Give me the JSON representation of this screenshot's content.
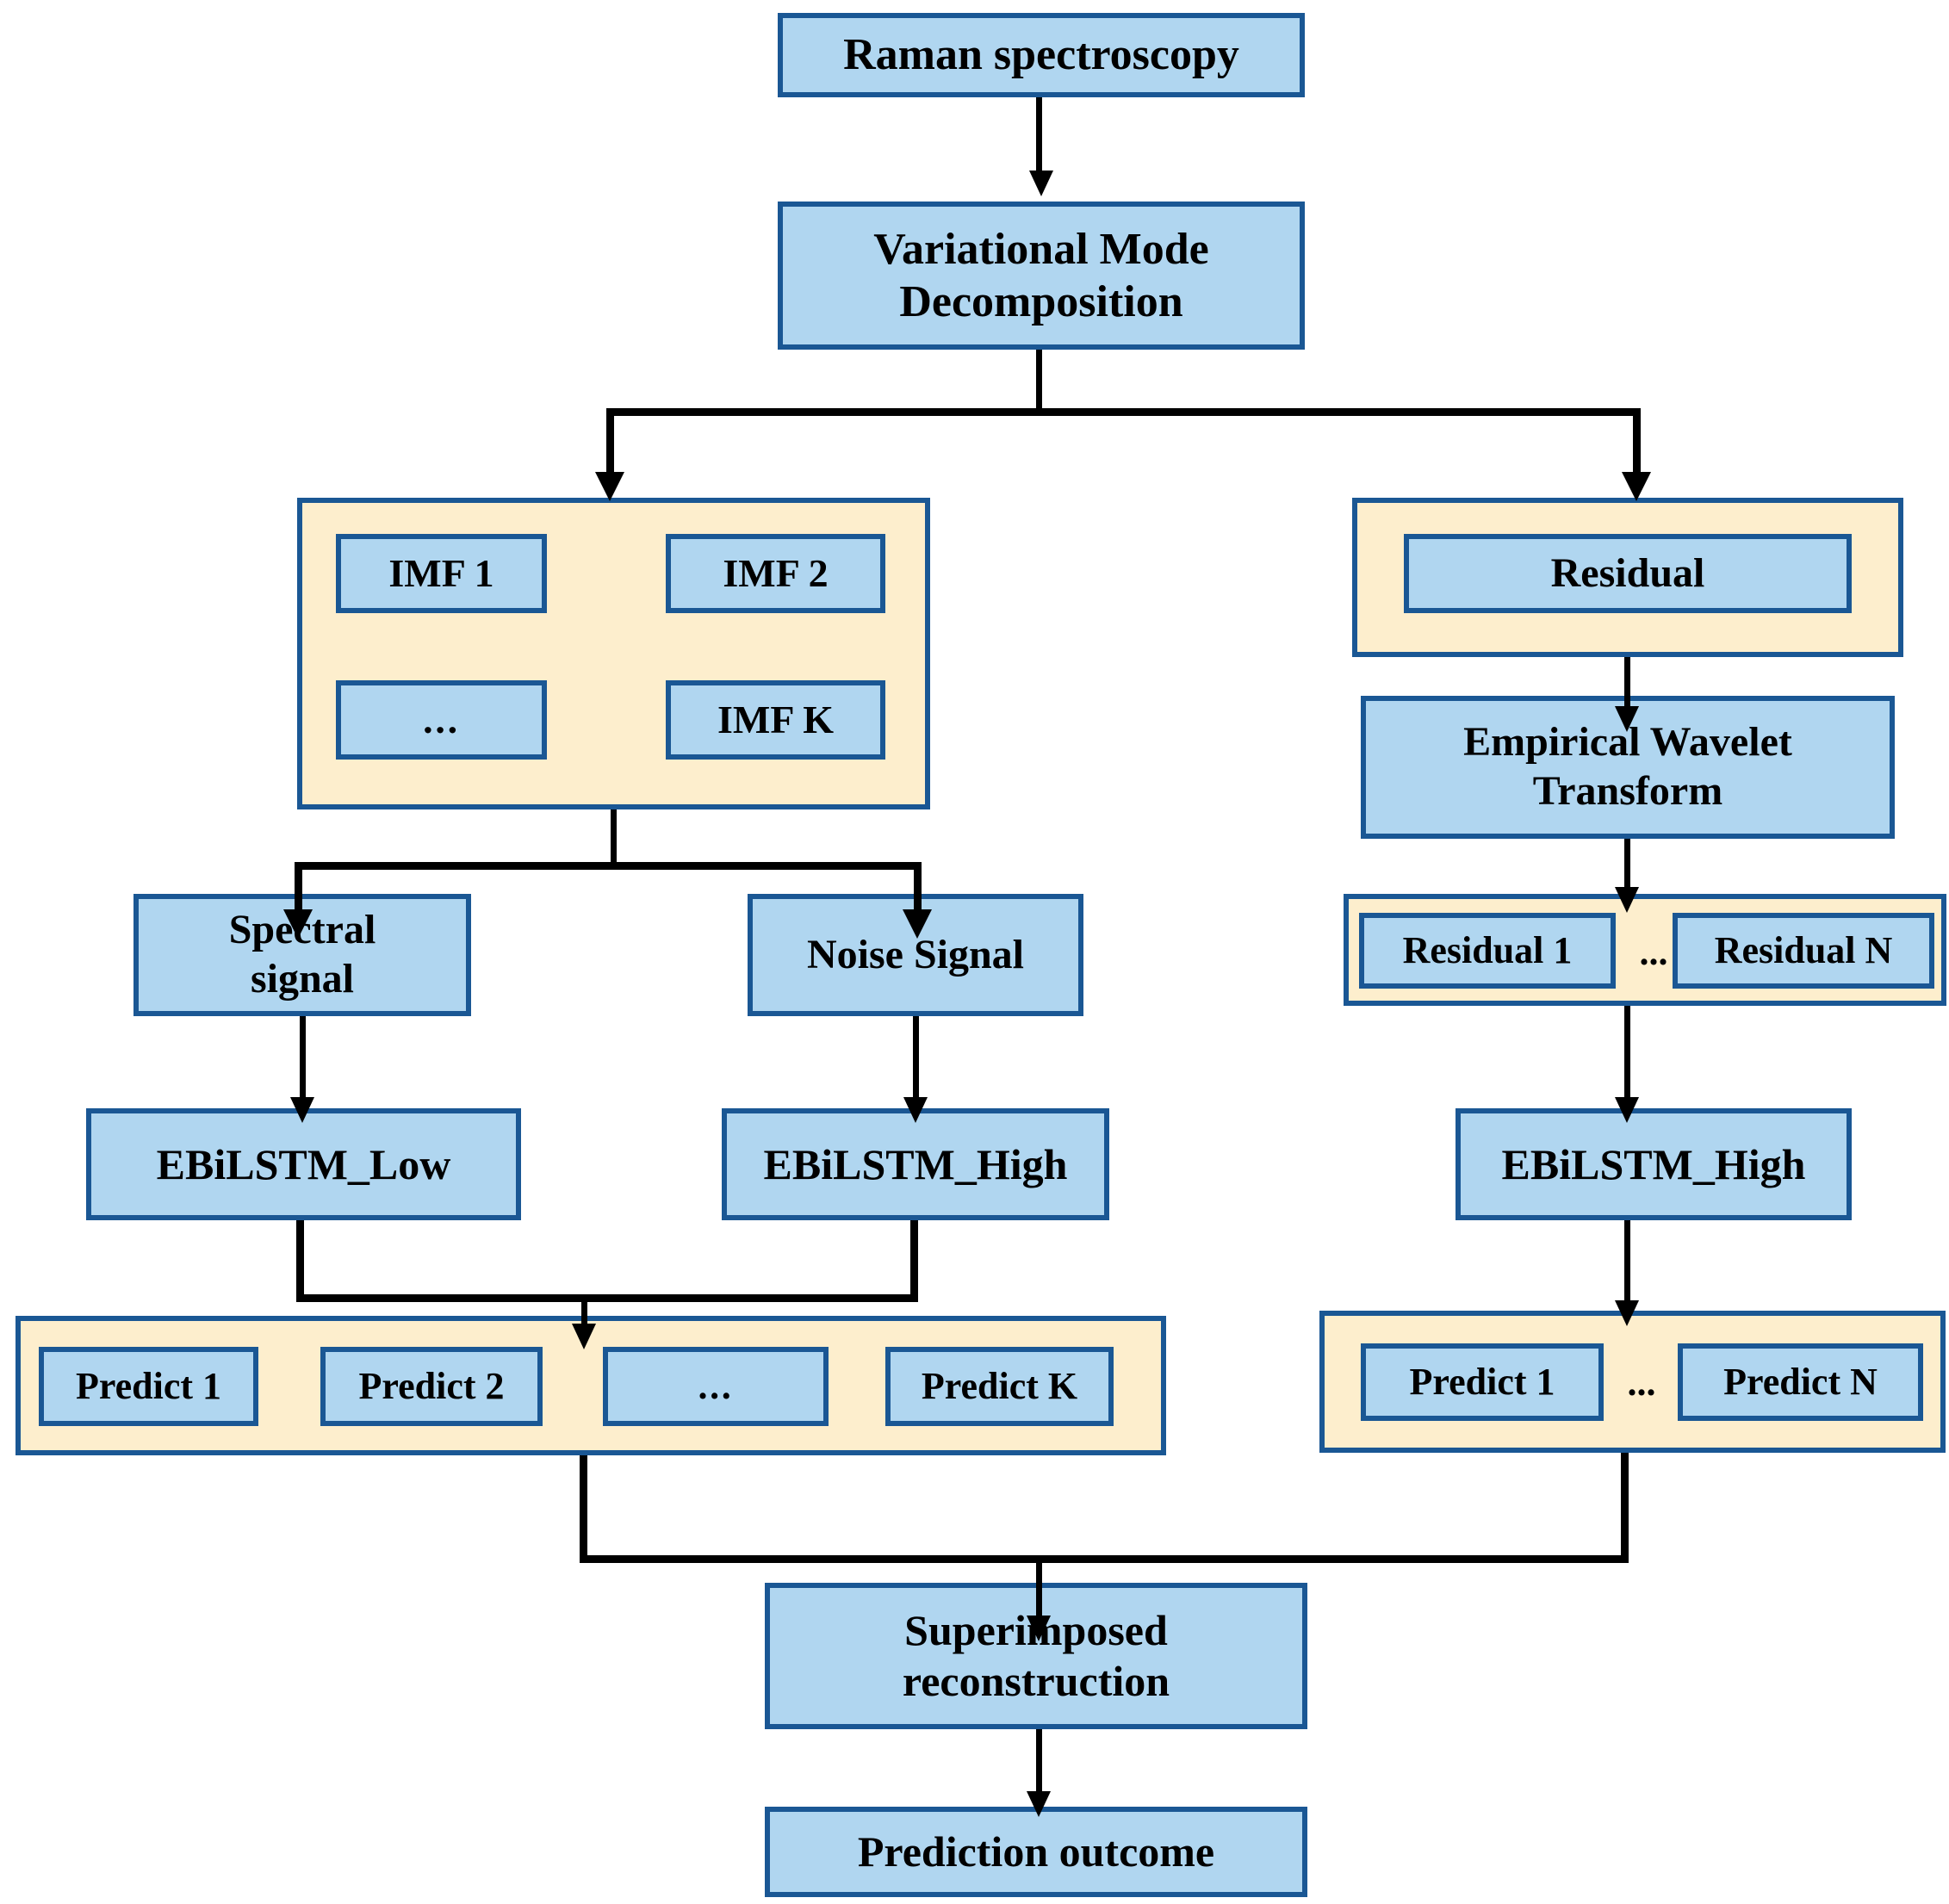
{
  "diagram": {
    "title": "Raman spectroscopy VMD-EWT-EBiLSTM prediction pipeline",
    "colors": {
      "node_fill": "#b0d6f0",
      "node_border": "#1a5794",
      "group_fill": "#fdeecd",
      "group_border": "#1a5794",
      "connector": "#000000",
      "text": "#000000",
      "background": "#ffffff"
    }
  },
  "nodes": {
    "raman_spectroscopy": "Raman spectroscopy",
    "variational_mode_decomposition": "Variational Mode\nDecomposition",
    "imf_1": "IMF 1",
    "imf_2": "IMF 2",
    "imf_ellipsis": "...",
    "imf_k": "IMF K",
    "residual": "Residual",
    "empirical_wavelet_transform": "Empirical Wavelet\nTransform",
    "residual_1": "Residual 1",
    "residual_ellipsis": "...",
    "residual_n": "Residual N",
    "spectral_signal": "Spectral\nsignal",
    "noise_signal": "Noise Signal",
    "ebilstm_low": "EBiLSTM_Low",
    "ebilstm_high_center": "EBiLSTM_High",
    "ebilstm_high_right": "EBiLSTM_High",
    "predict_1_left": "Predict 1",
    "predict_2_left": "Predict 2",
    "predict_ellipsis_left": "...",
    "predict_k": "Predict K",
    "predict_1_right": "Predict 1",
    "predict_ellipsis_right": "...",
    "predict_n": "Predict N",
    "superimposed_reconstruction": "Superimposed\nreconstruction",
    "prediction_outcome": "Prediction outcome"
  },
  "flow": {
    "edges": [
      {
        "from": "raman_spectroscopy",
        "to": "variational_mode_decomposition"
      },
      {
        "from": "variational_mode_decomposition",
        "to": "imf_group"
      },
      {
        "from": "variational_mode_decomposition",
        "to": "residual_group"
      },
      {
        "from": "imf_group",
        "to": "spectral_signal"
      },
      {
        "from": "imf_group",
        "to": "noise_signal"
      },
      {
        "from": "residual_group",
        "to": "empirical_wavelet_transform"
      },
      {
        "from": "empirical_wavelet_transform",
        "to": "residual_parts_group"
      },
      {
        "from": "spectral_signal",
        "to": "ebilstm_low"
      },
      {
        "from": "noise_signal",
        "to": "ebilstm_high_center"
      },
      {
        "from": "residual_parts_group",
        "to": "ebilstm_high_right"
      },
      {
        "from": "ebilstm_low",
        "to": "predict_group_left"
      },
      {
        "from": "ebilstm_high_center",
        "to": "predict_group_left"
      },
      {
        "from": "ebilstm_high_right",
        "to": "predict_group_right"
      },
      {
        "from": "predict_group_left",
        "to": "superimposed_reconstruction"
      },
      {
        "from": "predict_group_right",
        "to": "superimposed_reconstruction"
      },
      {
        "from": "superimposed_reconstruction",
        "to": "prediction_outcome"
      }
    ]
  }
}
